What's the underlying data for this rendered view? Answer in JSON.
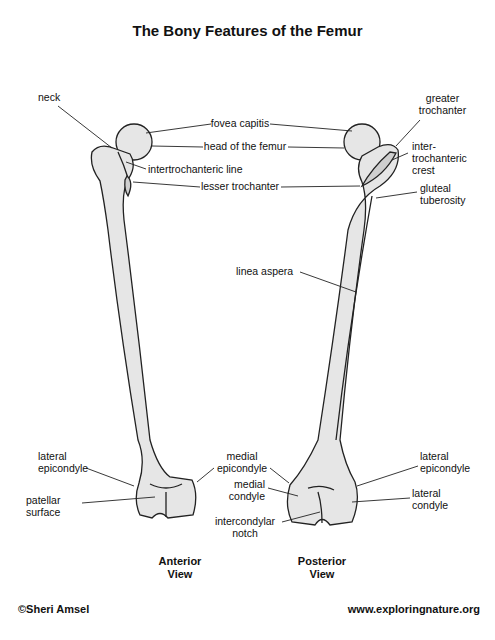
{
  "diagram": {
    "title": "The Bony Features of the Femur",
    "labels": [
      "neck",
      "fovea capitis",
      "greater trochanter",
      "head of the femur",
      "intertrochanteric line",
      "inter- trochanteric crest",
      "lesser trochanter",
      "gluteal tuberosity",
      "linea aspera",
      "lateral epicondyle",
      "medial epicondyle",
      "lateral epicondyle",
      "medial condyle",
      "lateral condyle",
      "patellar surface",
      "intercondylar notch",
      "Anterior View",
      "Posterior View",
      "©Sheri Amsel",
      "www.exploringnature.org"
    ]
  }
}
